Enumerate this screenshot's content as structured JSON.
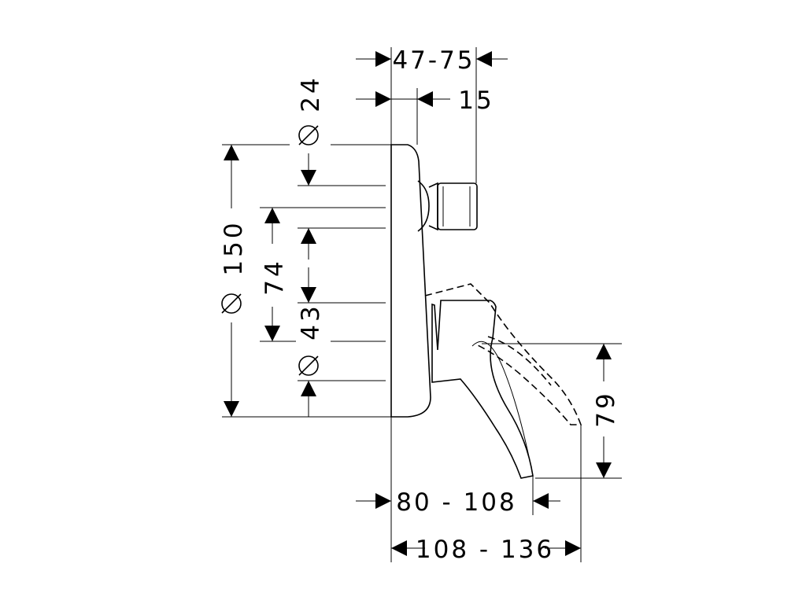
{
  "dimensions": {
    "depth_range_top": "47-75",
    "offset_15": "15",
    "diameter_24": "24",
    "diameter_150": "150",
    "spacing_74": "74",
    "diameter_43": "43",
    "height_79": "79",
    "spout_80_108": "80 - 108",
    "spout_108_136": "108 - 136"
  }
}
